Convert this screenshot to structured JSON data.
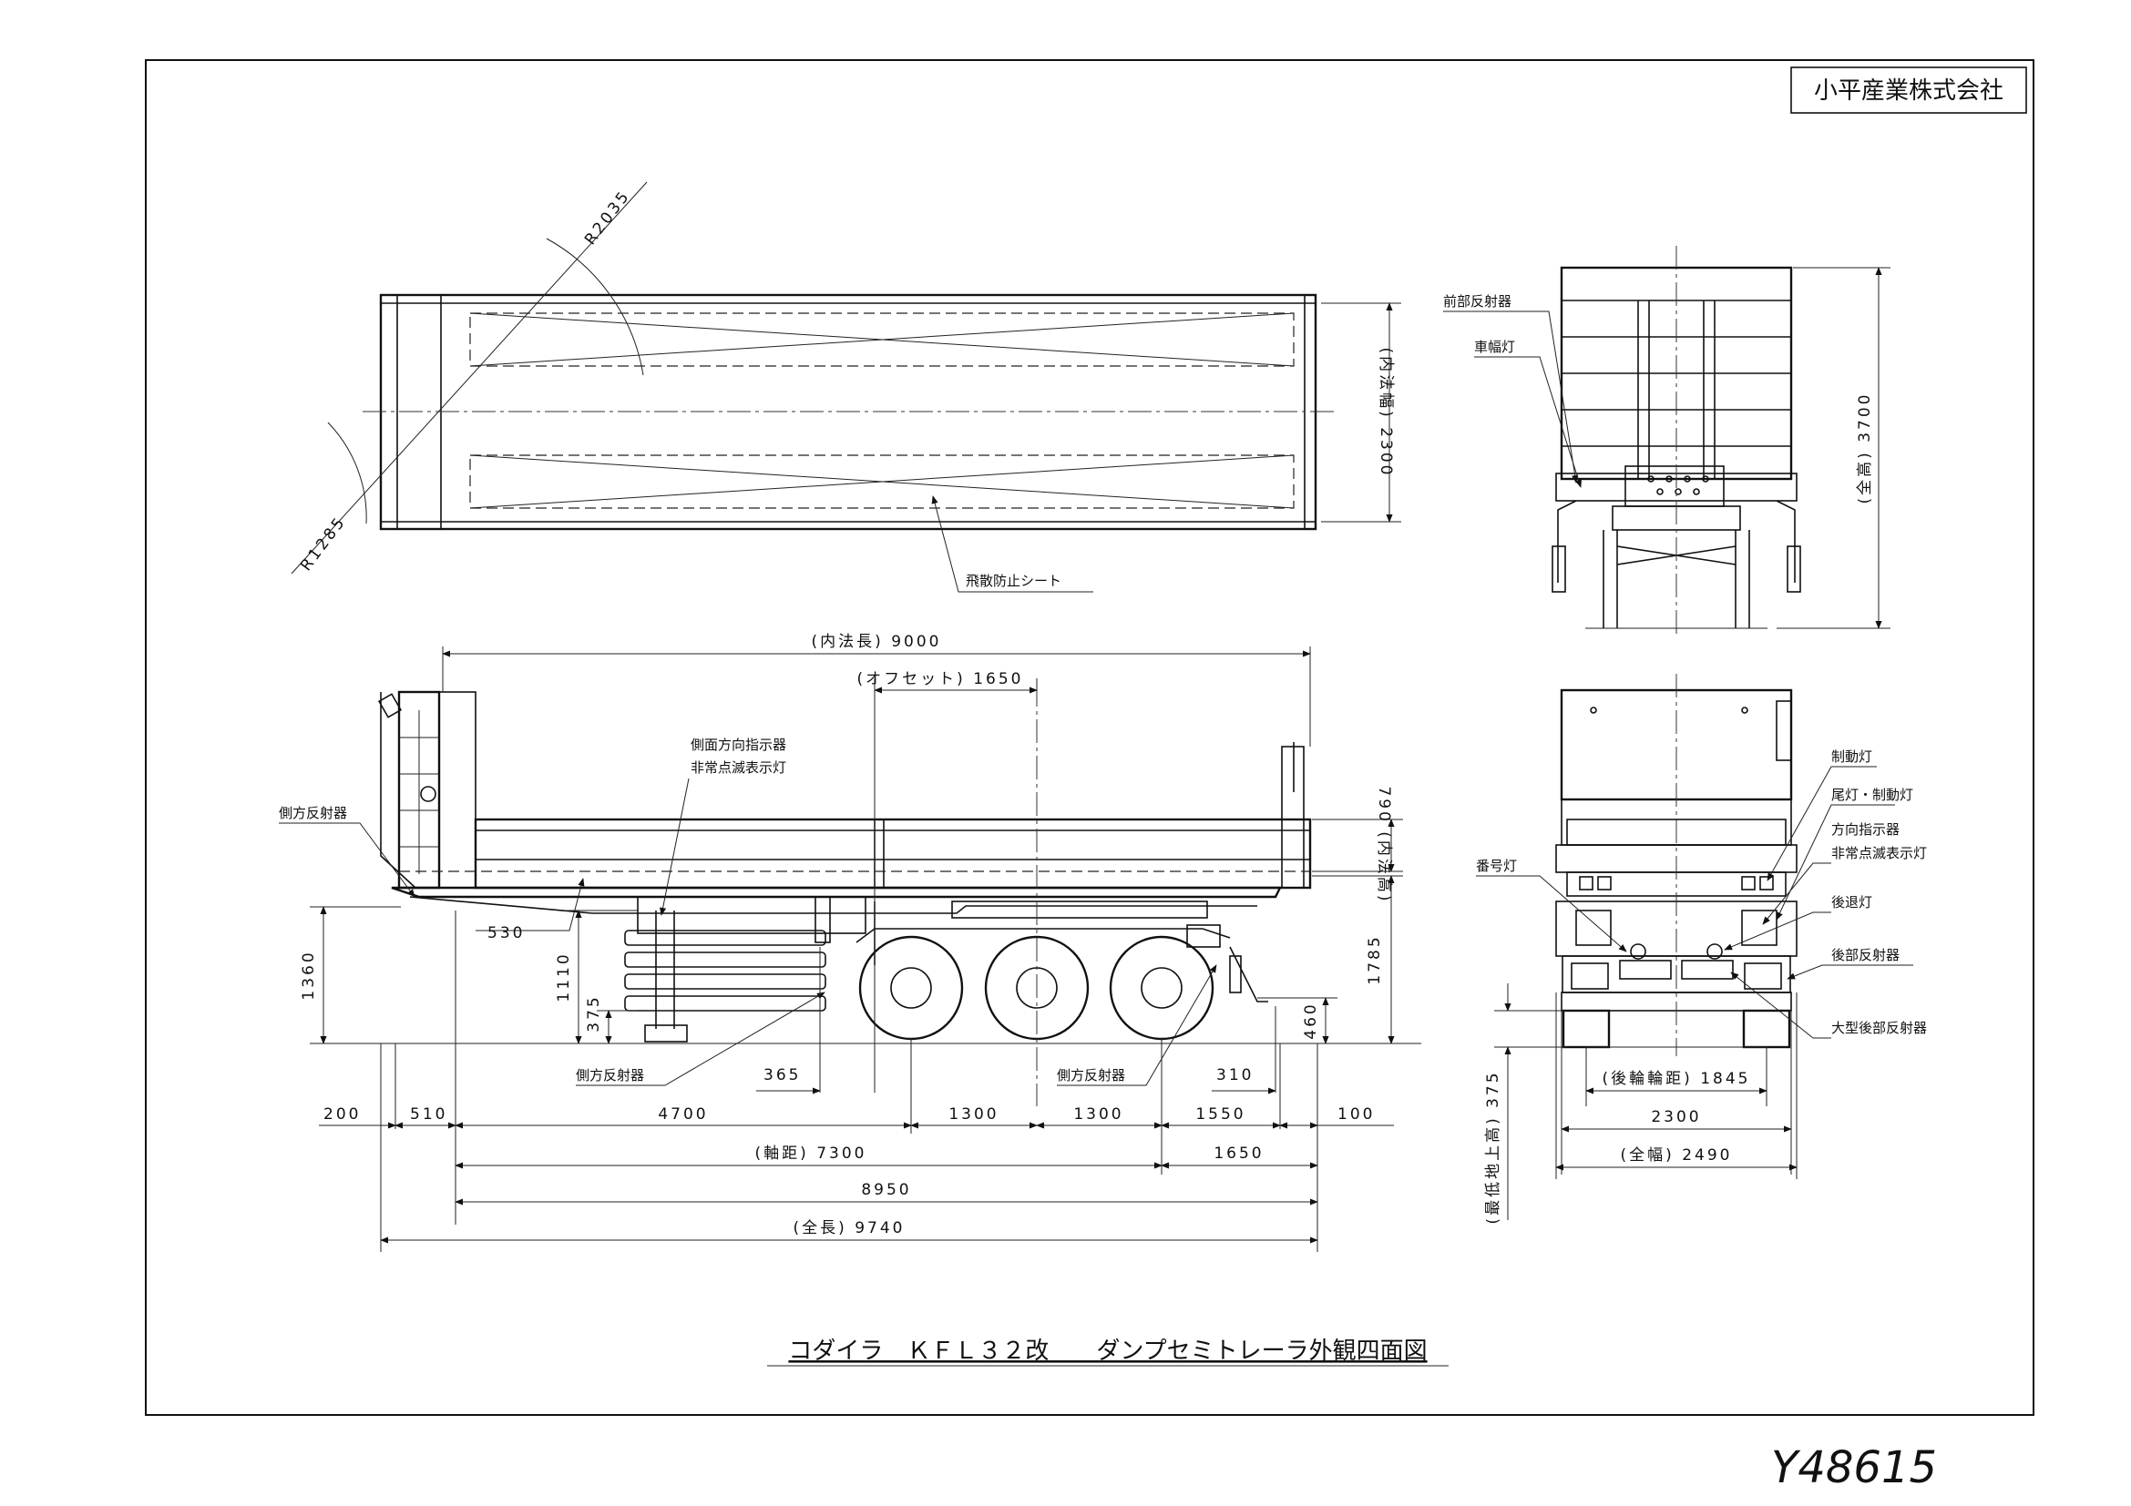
{
  "company": "小平産業株式会社",
  "title": "コダイラ　ＫＦＬ３２改　　ダンプセミトレーラ外観四面図",
  "handwritten_id": "Y48615",
  "top_view": {
    "radius_front": "R2035",
    "radius_rear": "R1285",
    "inner_width": "(内法幅) 2300",
    "sheet_label": "飛散防止シート"
  },
  "side_view": {
    "inner_length": "(内法長) 9000",
    "offset": "(オフセット) 1650",
    "inner_height": "790 (内法高)",
    "labels": {
      "side_turn_signal": "側面方向指示器",
      "hazard_lamp": "非常点滅表示灯",
      "side_reflector_front": "側方反射器",
      "side_reflector_mid": "側方反射器",
      "side_reflector_rear": "側方反射器"
    },
    "dims": {
      "h1360": "1360",
      "h1110": "1110",
      "h375": "375",
      "d530": "530",
      "h1785": "1785",
      "h460": "460",
      "d365": "365",
      "d310": "310",
      "d200": "200",
      "d510": "510",
      "d4700": "4700",
      "d1300a": "1300",
      "d1300b": "1300",
      "d1550": "1550",
      "d100": "100",
      "wheelbase": "(軸距) 7300",
      "d1650": "1650",
      "d8950": "8950",
      "overall_length": "(全長) 9740"
    }
  },
  "front_view": {
    "front_reflector": "前部反射器",
    "width_lamp": "車幅灯",
    "overall_height": "(全高) 3700"
  },
  "rear_view": {
    "brake_lamp": "制動灯",
    "tail_brake_lamp": "尾灯・制動灯",
    "turn_signal": "方向指示器",
    "hazard_lamp": "非常点滅表示灯",
    "plate_lamp": "番号灯",
    "reverse_lamp": "後退灯",
    "rear_reflector": "後部反射器",
    "large_rear_reflector": "大型後部反射器",
    "rear_track": "(後輪輪距) 1845",
    "width_2300": "2300",
    "overall_width": "(全幅) 2490",
    "ground_clearance": "(最低地上高) 375"
  }
}
